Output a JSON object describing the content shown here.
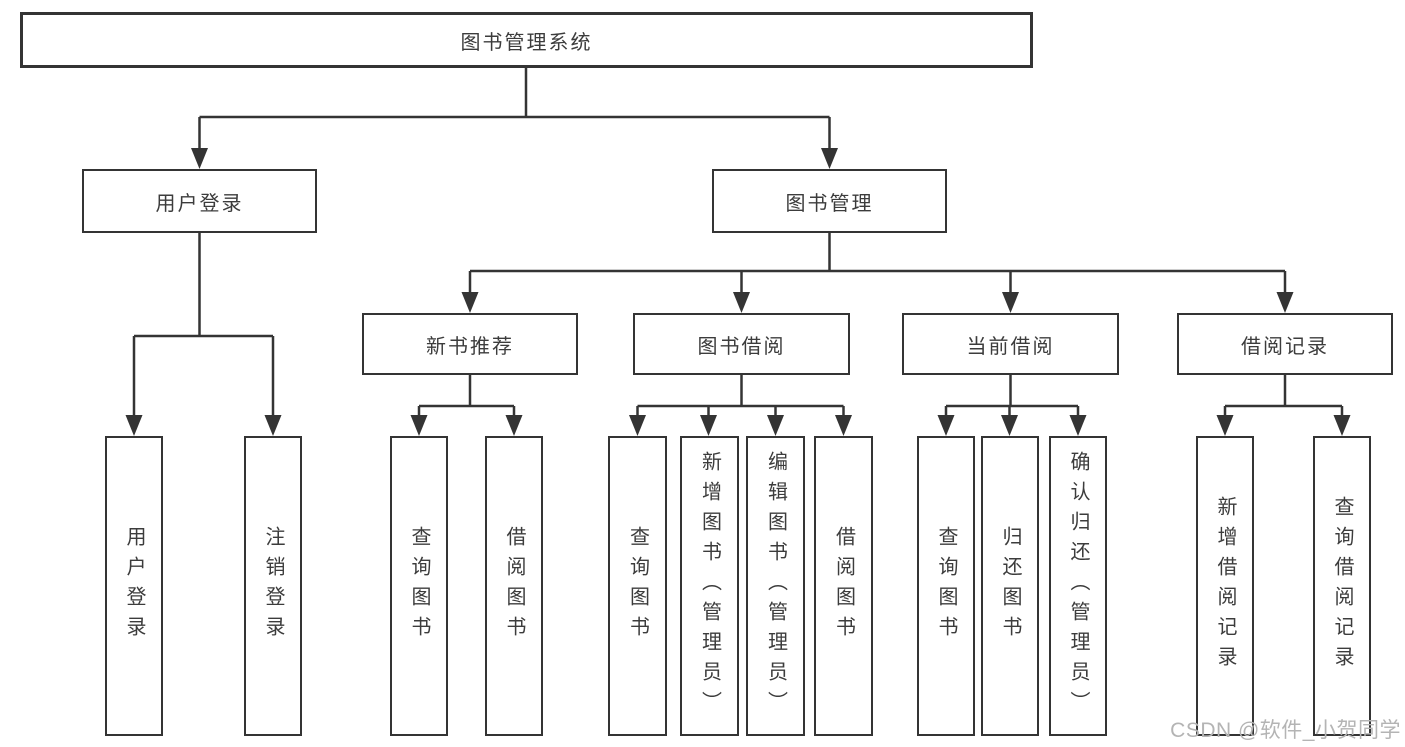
{
  "tree": {
    "root": {
      "label": "图书管理系统"
    },
    "branches": [
      {
        "label": "用户登录",
        "children": [
          {
            "label": "用户登录"
          },
          {
            "label": "注销登录"
          }
        ]
      },
      {
        "label": "图书管理",
        "groups": [
          {
            "label": "新书推荐",
            "children": [
              {
                "label": "查询图书"
              },
              {
                "label": "借阅图书"
              }
            ]
          },
          {
            "label": "图书借阅",
            "children": [
              {
                "label": "查询图书"
              },
              {
                "label": "新增图书（管理员）"
              },
              {
                "label": "编辑图书（管理员）"
              },
              {
                "label": "借阅图书"
              }
            ]
          },
          {
            "label": "当前借阅",
            "children": [
              {
                "label": "查询图书"
              },
              {
                "label": "归还图书"
              },
              {
                "label": "确认归还（管理员）"
              }
            ]
          },
          {
            "label": "借阅记录",
            "children": [
              {
                "label": "新增借阅记录"
              },
              {
                "label": "查询借阅记录"
              }
            ]
          }
        ]
      }
    ]
  },
  "watermark": "CSDN @软件_小贺同学",
  "colors": {
    "line": "#343434",
    "text": "#3c3c3c",
    "watermark": "#b4b4b4",
    "background": "#ffffff"
  }
}
